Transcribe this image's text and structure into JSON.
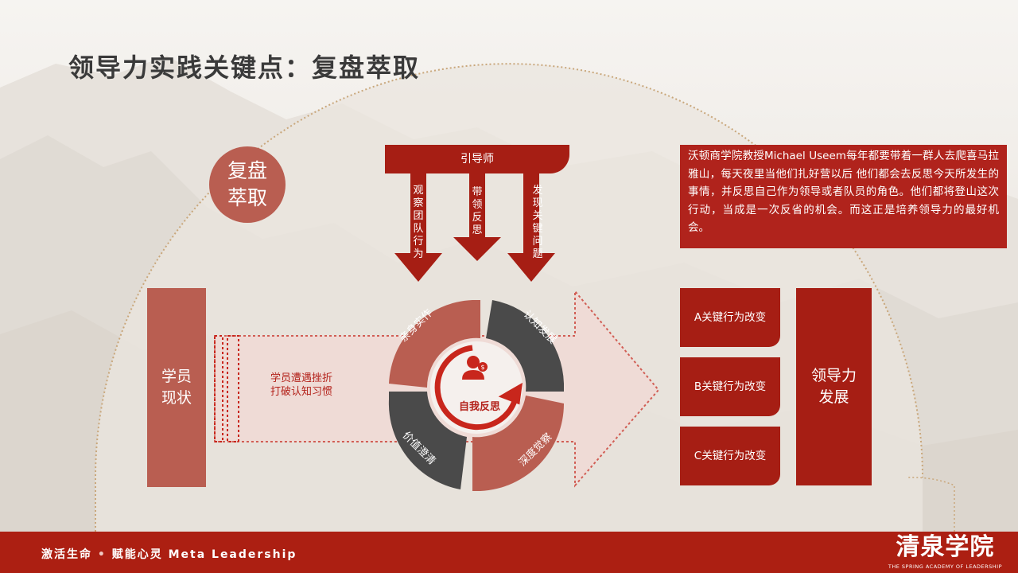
{
  "title": "领导力实践关键点：复盘萃取",
  "badge": {
    "line1": "复盘",
    "line2": "萃取"
  },
  "mentor": {
    "label": "引导师",
    "arrows": [
      {
        "text": "观察团队行为"
      },
      {
        "text": "带领反思"
      },
      {
        "text": "发现关键问题"
      }
    ]
  },
  "student": {
    "line1": "学员",
    "line2": "现状"
  },
  "challenge": {
    "line1": "学员遭遇挫折",
    "line2": "打破认知习惯"
  },
  "cycle": {
    "segments": [
      "亲身实作",
      "认知发展",
      "深度觉察",
      "价值澄清"
    ],
    "center": "自我反思",
    "colors": {
      "light": "#b95e51",
      "dark": "#4a4a4a",
      "red": "#c8261c"
    }
  },
  "info_text": "沃顿商学院教授Michael Useem每年都要带着一群人去爬喜马拉雅山，每天夜里当他们扎好营以后 他们都会去反思今天所发生的事情，并反思自己作为领导或者队员的角色。他们都将登山这次行动，当成是一次反省的机会。而这正是培养领导力的最好机会。",
  "changes": [
    "A关键行为改变",
    "B关键行为改变",
    "C关键行为改变"
  ],
  "leader": {
    "line1": "领导力",
    "line2": "发展"
  },
  "footer": {
    "slogan_part1": "激活生命",
    "separator": "•",
    "slogan_part2": "赋能心灵 Meta Leadership",
    "brand": "清泉学院",
    "brand_sub": "THE SPRING ACADEMY OF LEADERSHIP"
  },
  "colors": {
    "brand_red": "#a61e14",
    "muted_red": "#b95e51"
  }
}
